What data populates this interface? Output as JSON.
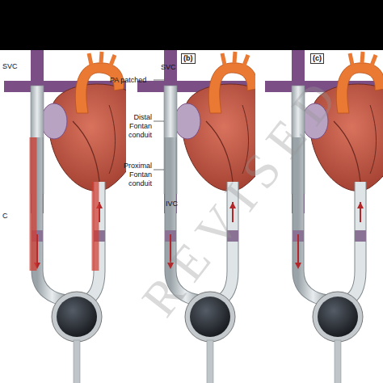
{
  "diagram": {
    "labels": [
      "SVC",
      "C",
      "(b)",
      "PA patched",
      "SVC",
      "Distal Fontan conduit",
      "Proximal Fontan conduit",
      "IVC",
      "(c)",
      "REVISED"
    ]
  }
}
